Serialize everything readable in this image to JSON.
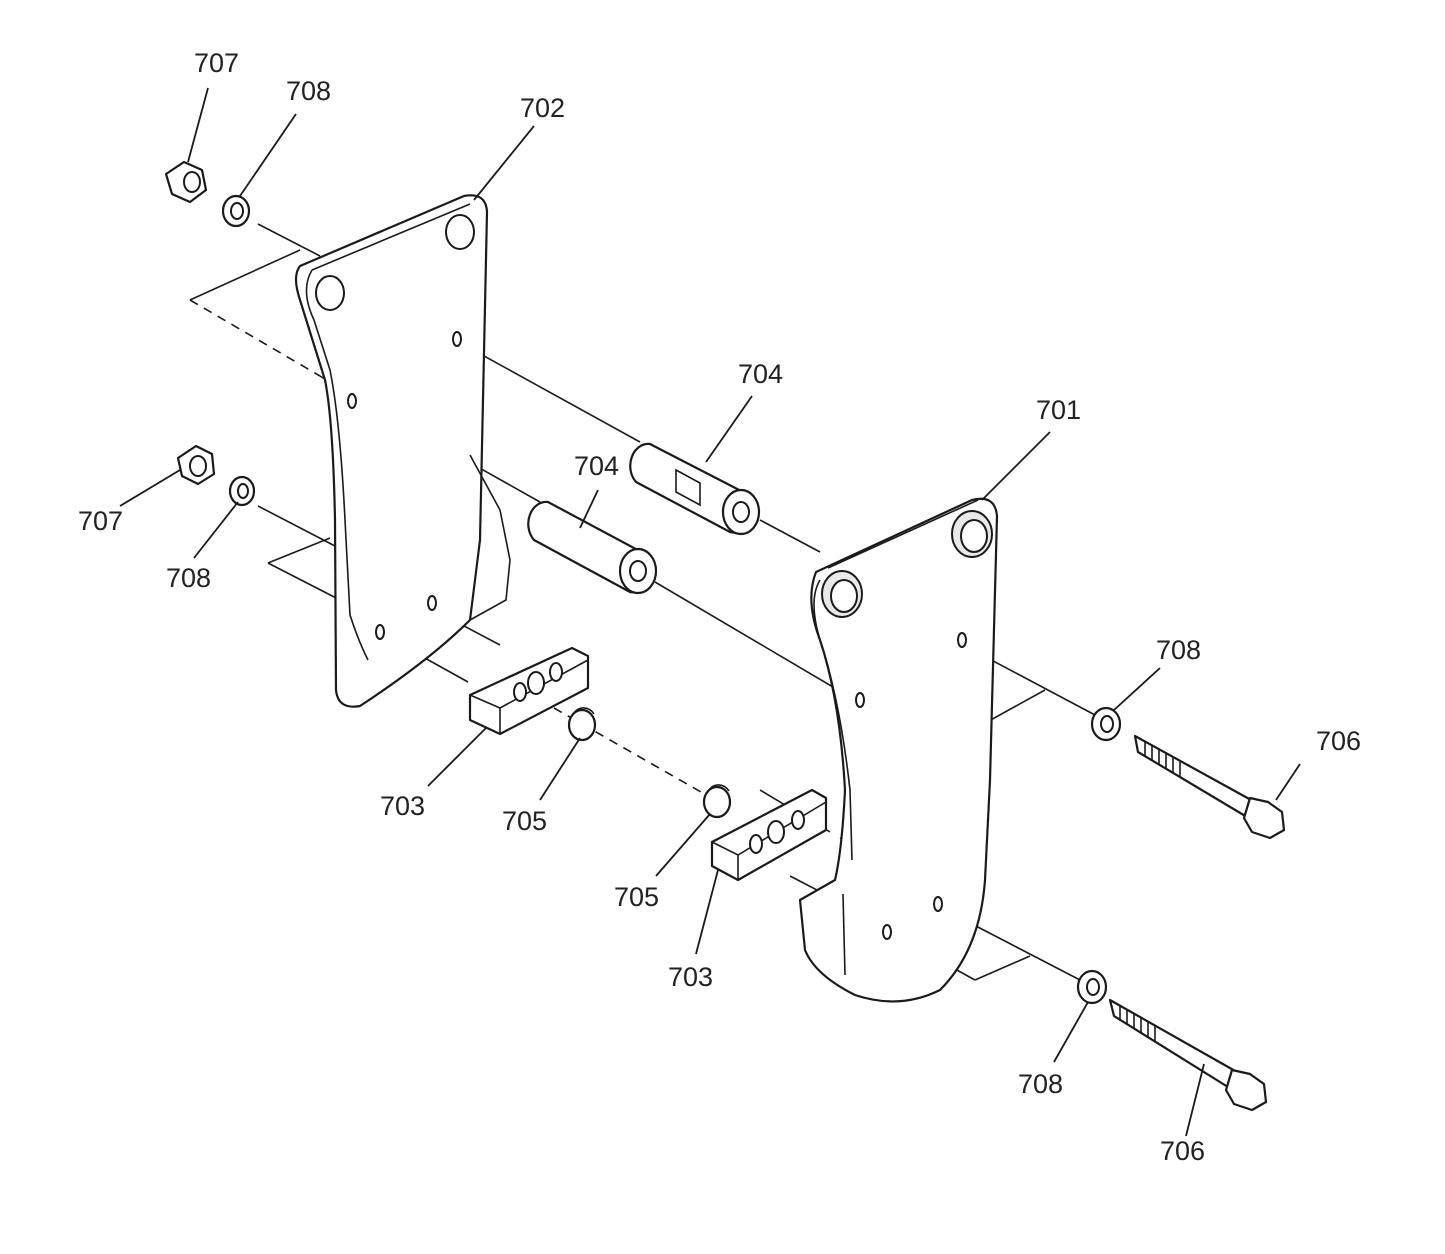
{
  "labels": {
    "nut_upper": "707",
    "washer_upper_left": "708",
    "side_plate_left": "702",
    "pin_upper": "704",
    "side_plate_right": "701",
    "nut_lower": "707",
    "pin_lower": "704",
    "washer_lower_left": "708",
    "washer_upper_right": "708",
    "bolt_upper": "706",
    "spacer_block_left": "703",
    "bushing_left": "705",
    "bushing_right": "705",
    "spacer_block_right": "703",
    "washer_lower_right": "708",
    "bolt_lower": "706"
  }
}
